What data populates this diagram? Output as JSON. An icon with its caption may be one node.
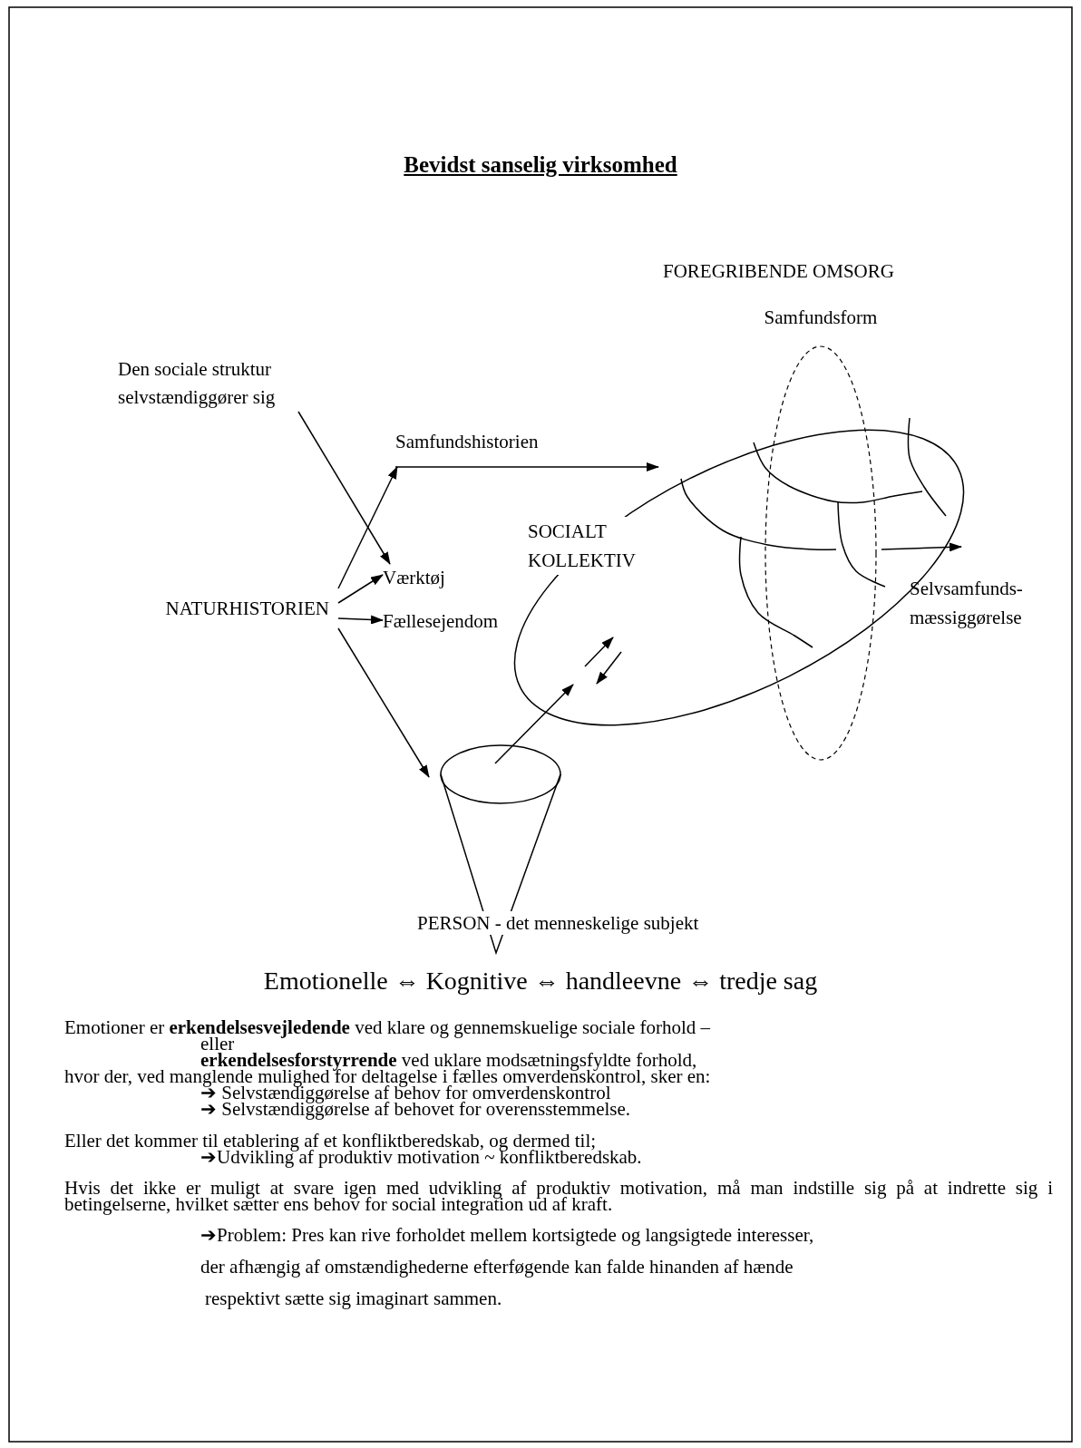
{
  "diagram": {
    "title": "Bevidst sanselig virksomhed",
    "nodes": [
      {
        "text": [
          "Den sociale struktur selvstændiggører sig"
        ]
      },
      {
        "text": [
          "Samfundshistorien"
        ]
      },
      {
        "text": [
          "NATURHISTORIEN"
        ]
      },
      {
        "text": [
          "Værktøj"
        ]
      },
      {
        "text": [
          "Fællesejendom"
        ]
      },
      {
        "text": [
          "SOCIALT KOLLEKTIV"
        ]
      },
      {
        "text": [
          "Samfundsform"
        ]
      },
      {
        "text": [
          "Selvsamfunds- mæssiggørelse"
        ]
      },
      {
        "text": [
          "PERSON - det menneskelige subjekt"
        ]
      }
    ],
    "edges": [
      {
        "from": 0,
        "to": 3,
        "arrow": "to"
      },
      {
        "from": 2,
        "to": 1,
        "arrow": "to"
      },
      {
        "from": 2,
        "to": 3,
        "arrow": "to"
      },
      {
        "from": 2,
        "to": 4,
        "arrow": "to"
      },
      {
        "from": 2,
        "to": 8,
        "arrow": "to"
      },
      {
        "from": 1,
        "to": 5,
        "arrow": "to"
      },
      {
        "from": 8,
        "to": 5,
        "arrow": "to"
      },
      {
        "from": 5,
        "to": 7,
        "arrow": "to"
      }
    ],
    "labels": [
      "FOREGRIBENDE OMSORG",
      "Emotionelle ⇔ Kognitive ⇔ handleevne ⇔ tredje sag",
      "Emotioner er **erkendelsesvejledende** ved klare og gennemskuelige sociale forhold –",
      "eller",
      "**erkendelsesforstyrrende** ved uklare modsætningsfyldte forhold,",
      "hvor der, ved manglende mulighed for deltagelse i fælles omverdenskontrol, sker en:",
      "➔ Selvstændiggørelse af behov for omverdenskontrol",
      "➔ Selvstændiggørelse af behovet for overensstemmelse.",
      "Eller det kommer til etablering af et konfliktberedskab, og dermed til;",
      "➔Udvikling af produktiv motivation ~ konfliktberedskab.",
      "Hvis det ikke er muligt at svare igen med udvikling af produktiv motivation, må man indstille sig på at indrette sig i betingelserne, hvilket sætter ens behov for social integration ud af kraft.",
      "➔Problem: Pres kan rive forholdet mellem kortsigtede og langsigtede interesser,",
      "der afhængig af omstændighederne efterføgende kan falde hinanden af hænde",
      "respektivt sætte sig imaginart sammen."
    ]
  }
}
